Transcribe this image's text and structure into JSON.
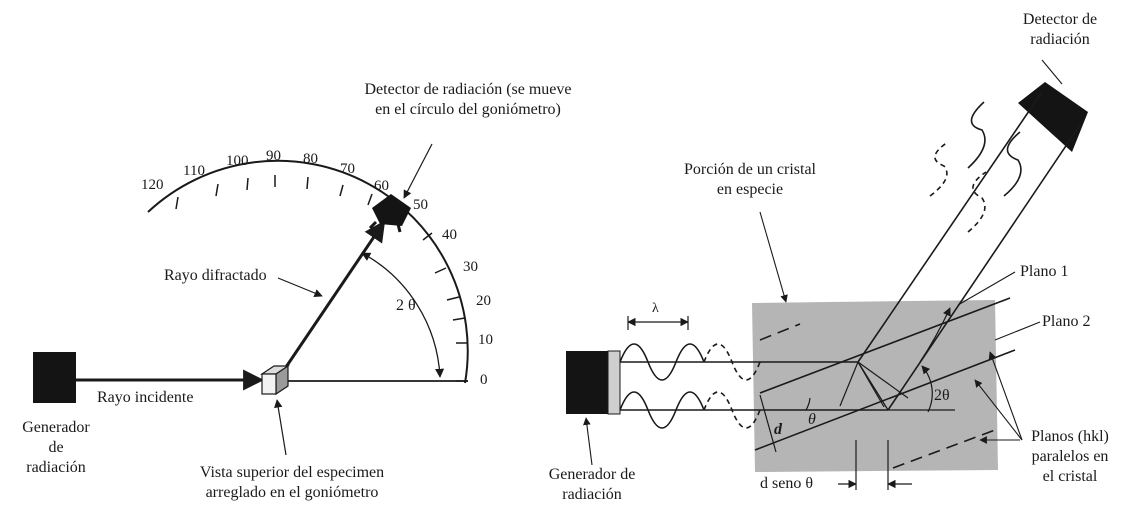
{
  "left": {
    "detector_label_line1": "Detector de radiación (se mueve",
    "detector_label_line2": "en el círculo del goniómetro)",
    "diffracted_ray": "Rayo difractado",
    "incident_ray": "Rayo incidente",
    "angle_label": "2 θ",
    "generator_line1": "Generador",
    "generator_line2": "de",
    "generator_line3": "radiación",
    "specimen_line1": "Vista superior del especimen",
    "specimen_line2": "arreglado en el goniómetro",
    "scale_ticks": [
      "120",
      "110",
      "100",
      "90",
      "80",
      "70",
      "60",
      "50",
      "40",
      "30",
      "20",
      "10",
      "0"
    ]
  },
  "right": {
    "detector_line1": "Detector de",
    "detector_line2": "radiación",
    "crystal_line1": "Porción de un cristal",
    "crystal_line2": "en especie",
    "lambda": "λ",
    "plane1": "Plano 1",
    "plane2": "Plano 2",
    "two_theta": "2θ",
    "theta": "θ",
    "d": "d",
    "planes_line1": "Planos (hkl)",
    "planes_line2": "paralelos en",
    "planes_line3": "el cristal",
    "generator_line1": "Generador de",
    "generator_line2": "radiación",
    "d_sin_theta": "d seno θ"
  },
  "colors": {
    "ink": "#1a1a1a",
    "crystal": "#b5b5b5",
    "block": "#141414"
  }
}
